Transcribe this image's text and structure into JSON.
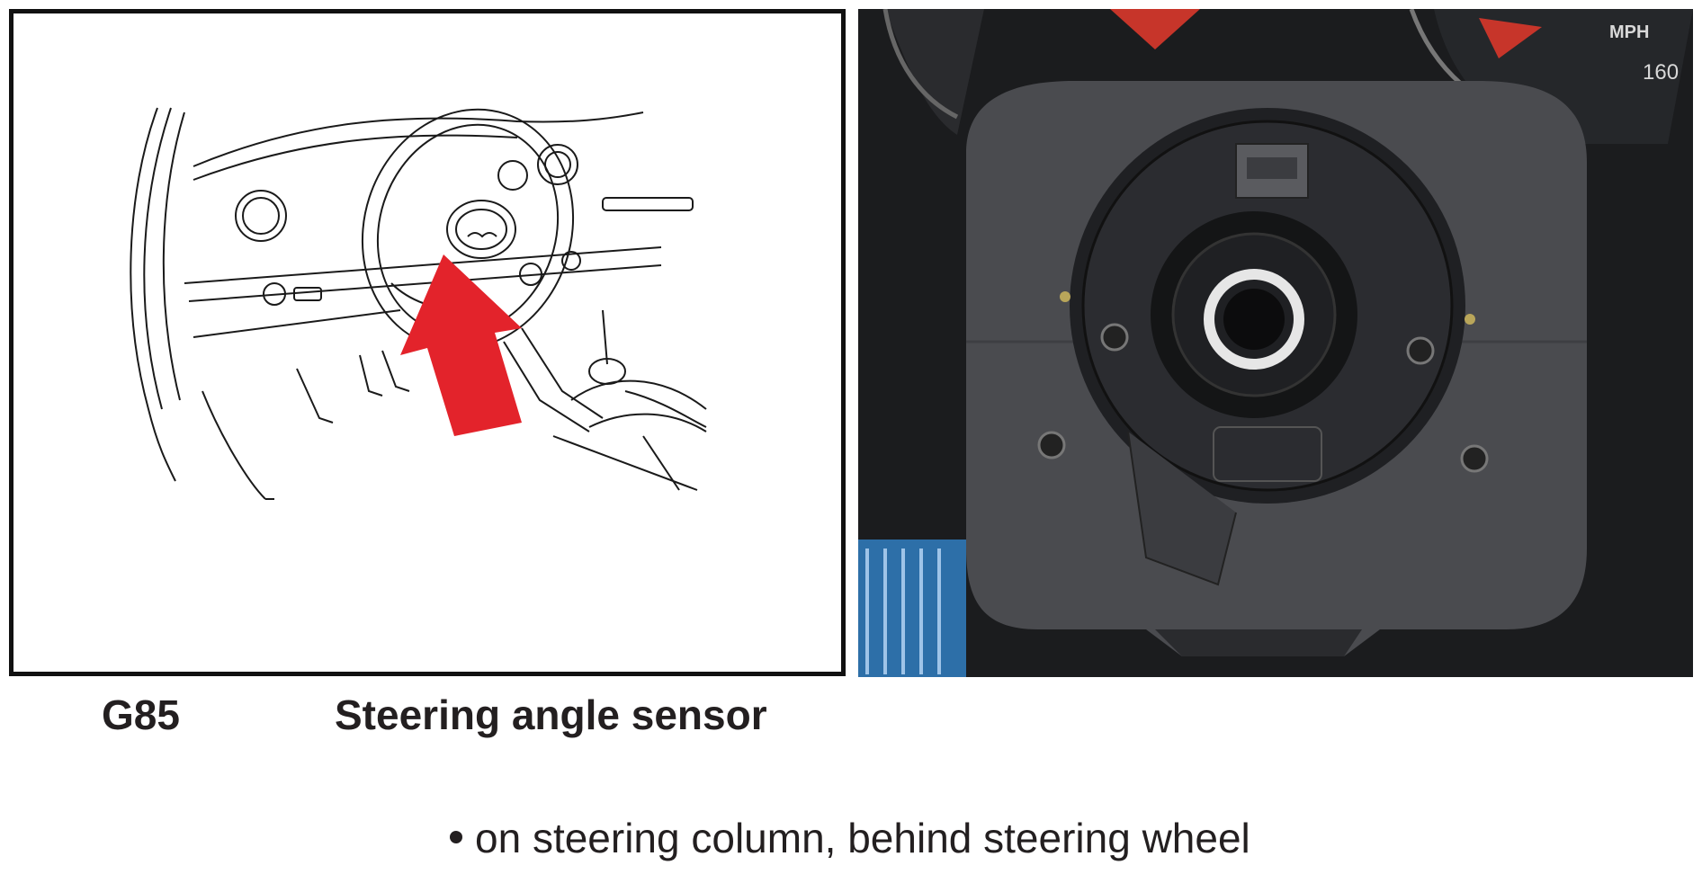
{
  "component": {
    "code": "G85",
    "name": "Steering angle sensor"
  },
  "location": {
    "bullet": "on steering column, behind steering wheel"
  },
  "photo": {
    "speedometer_unit": "MPH",
    "speedometer_reading": "160"
  },
  "colors": {
    "arrow": "#e3232b",
    "line_art": "#1a1a1a",
    "photo_background": "#1b1c1e"
  }
}
